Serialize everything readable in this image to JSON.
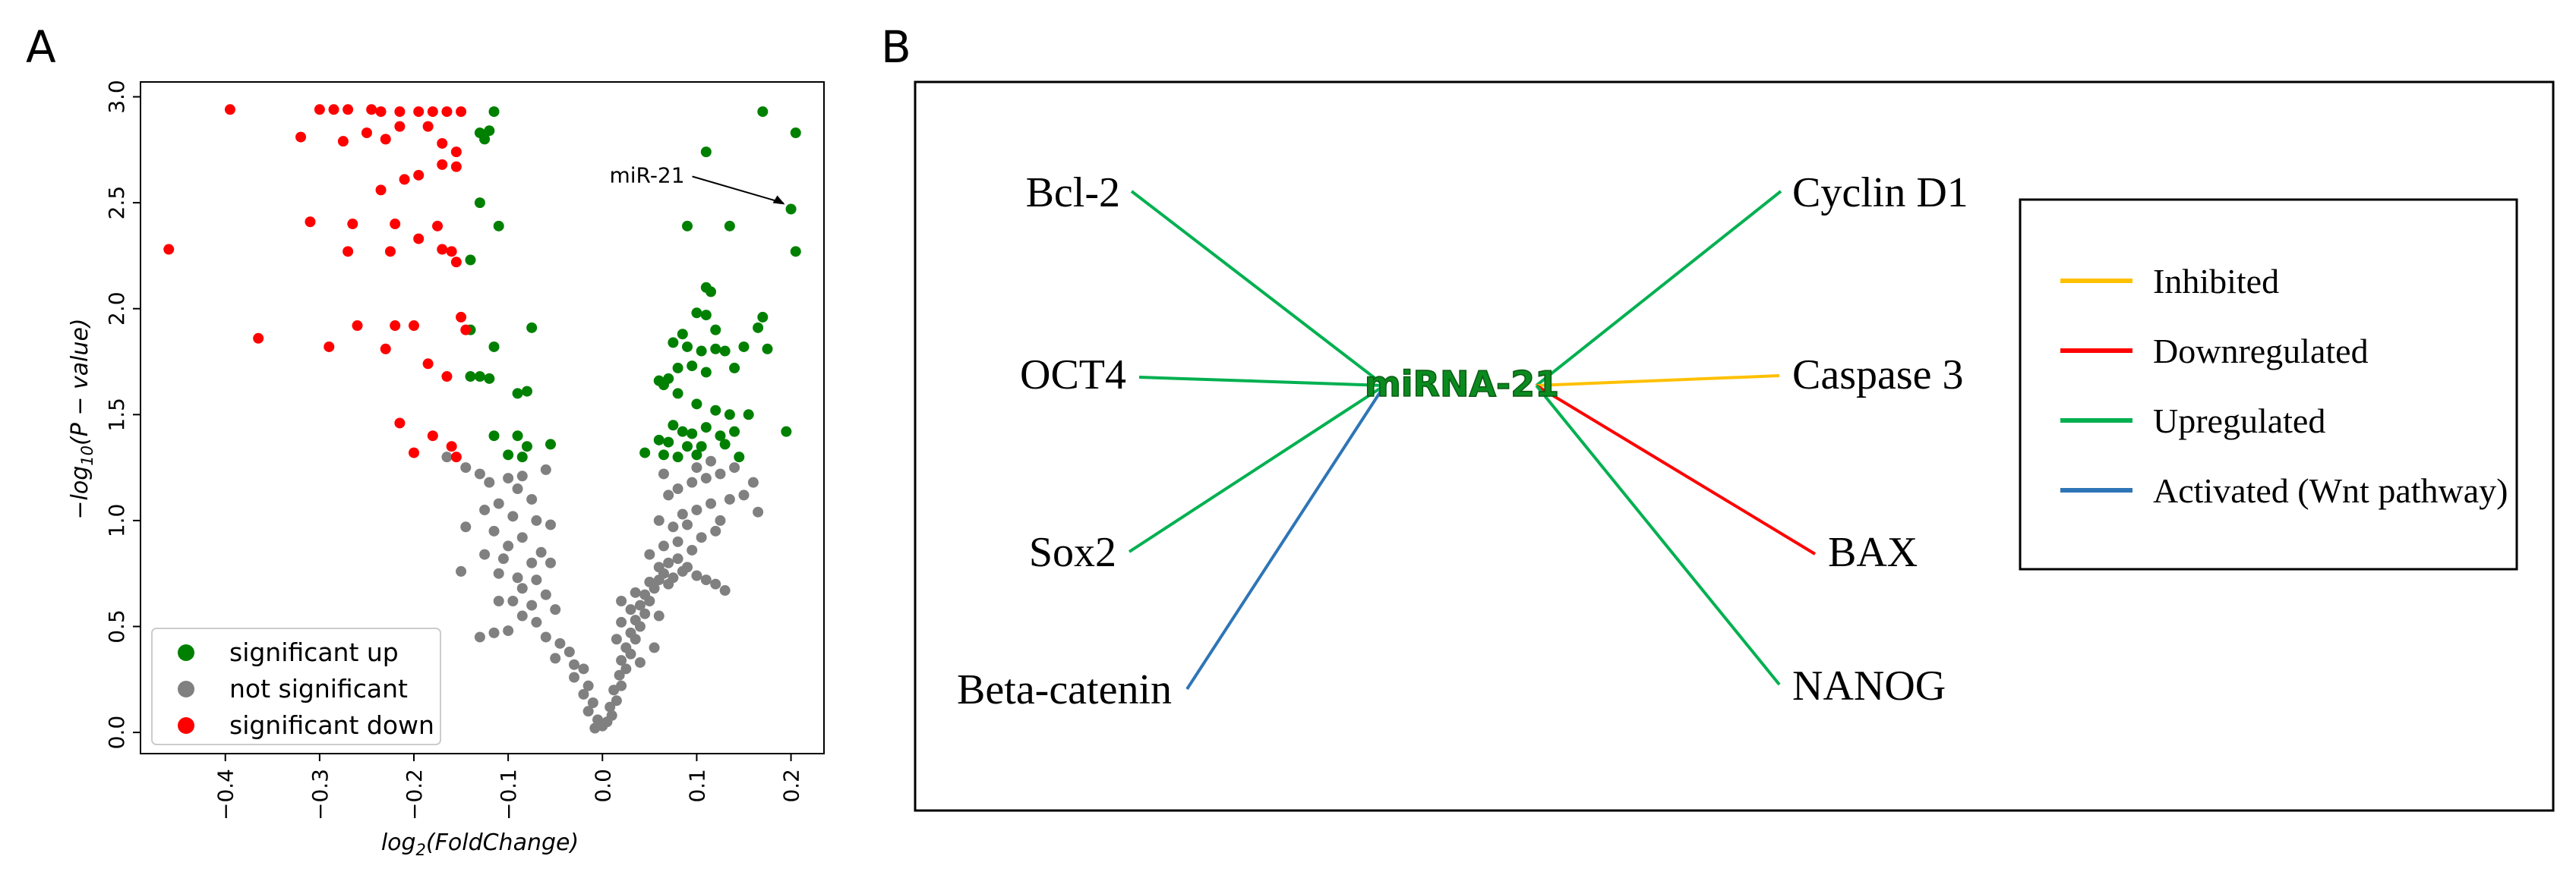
{
  "panel_a": {
    "letter": "A",
    "annotation": "miR-21",
    "chart_data": {
      "type": "scatter",
      "title": "",
      "xlabel": "log2(FoldChange)",
      "ylabel": "−log10(P − value)",
      "xlim": [
        -0.49,
        0.235
      ],
      "ylim": [
        -0.1,
        3.07
      ],
      "xticks": [
        -0.4,
        -0.3,
        -0.2,
        -0.1,
        0.0,
        0.1,
        0.2
      ],
      "xtick_labels": [
        "−0.4",
        "−0.3",
        "−0.2",
        "−0.1",
        "0.0",
        "0.1",
        "0.2"
      ],
      "yticks": [
        0.0,
        0.5,
        1.0,
        1.5,
        2.0,
        2.5,
        3.0
      ],
      "ytick_labels": [
        "0.0",
        "0.5",
        "1.0",
        "1.5",
        "2.0",
        "2.5",
        "3.0"
      ],
      "legend_position": "lower-left",
      "grid": false,
      "annotation": {
        "text": "miR-21",
        "x": 0.2,
        "y": 2.47
      },
      "series": [
        {
          "name": "significant up",
          "color": "#008000",
          "points": [
            [
              -0.13,
              2.83
            ],
            [
              -0.125,
              2.8
            ],
            [
              -0.12,
              2.84
            ],
            [
              -0.115,
              2.93
            ],
            [
              -0.13,
              2.5
            ],
            [
              -0.11,
              2.39
            ],
            [
              -0.14,
              2.23
            ],
            [
              -0.14,
              1.9
            ],
            [
              -0.14,
              1.68
            ],
            [
              -0.13,
              1.68
            ],
            [
              -0.12,
              1.67
            ],
            [
              -0.115,
              1.82
            ],
            [
              -0.075,
              1.91
            ],
            [
              -0.09,
              1.6
            ],
            [
              -0.08,
              1.61
            ],
            [
              -0.115,
              1.4
            ],
            [
              -0.09,
              1.4
            ],
            [
              -0.08,
              1.35
            ],
            [
              -0.1,
              1.31
            ],
            [
              -0.055,
              1.36
            ],
            [
              -0.085,
              1.3
            ],
            [
              0.11,
              2.74
            ],
            [
              0.17,
              2.93
            ],
            [
              0.205,
              2.83
            ],
            [
              0.2,
              2.47
            ],
            [
              0.205,
              2.27
            ],
            [
              0.09,
              2.39
            ],
            [
              0.135,
              2.39
            ],
            [
              0.11,
              2.1
            ],
            [
              0.115,
              2.08
            ],
            [
              0.1,
              1.98
            ],
            [
              0.11,
              1.97
            ],
            [
              0.12,
              1.9
            ],
            [
              0.17,
              1.96
            ],
            [
              0.165,
              1.91
            ],
            [
              0.085,
              1.88
            ],
            [
              0.075,
              1.84
            ],
            [
              0.09,
              1.82
            ],
            [
              0.13,
              1.8
            ],
            [
              0.12,
              1.81
            ],
            [
              0.105,
              1.8
            ],
            [
              0.15,
              1.82
            ],
            [
              0.175,
              1.81
            ],
            [
              0.07,
              1.67
            ],
            [
              0.06,
              1.66
            ],
            [
              0.08,
              1.72
            ],
            [
              0.095,
              1.73
            ],
            [
              0.11,
              1.7
            ],
            [
              0.14,
              1.72
            ],
            [
              0.065,
              1.64
            ],
            [
              0.08,
              1.6
            ],
            [
              0.1,
              1.55
            ],
            [
              0.12,
              1.52
            ],
            [
              0.135,
              1.5
            ],
            [
              0.155,
              1.5
            ],
            [
              0.075,
              1.45
            ],
            [
              0.085,
              1.42
            ],
            [
              0.095,
              1.41
            ],
            [
              0.11,
              1.44
            ],
            [
              0.125,
              1.4
            ],
            [
              0.14,
              1.42
            ],
            [
              0.195,
              1.42
            ],
            [
              0.06,
              1.38
            ],
            [
              0.07,
              1.37
            ],
            [
              0.09,
              1.35
            ],
            [
              0.105,
              1.35
            ],
            [
              0.13,
              1.36
            ],
            [
              0.045,
              1.32
            ],
            [
              0.065,
              1.31
            ],
            [
              0.08,
              1.3
            ],
            [
              0.1,
              1.31
            ],
            [
              0.145,
              1.3
            ]
          ]
        },
        {
          "name": "not significant",
          "color": "#808080",
          "points": [
            [
              -0.165,
              1.3
            ],
            [
              -0.145,
              1.25
            ],
            [
              -0.13,
              1.22
            ],
            [
              -0.1,
              1.2
            ],
            [
              -0.085,
              1.21
            ],
            [
              -0.06,
              1.24
            ],
            [
              -0.12,
              1.18
            ],
            [
              -0.09,
              1.15
            ],
            [
              -0.075,
              1.1
            ],
            [
              -0.11,
              1.08
            ],
            [
              -0.125,
              1.05
            ],
            [
              -0.095,
              1.02
            ],
            [
              -0.07,
              1.0
            ],
            [
              -0.055,
              0.98
            ],
            [
              -0.145,
              0.97
            ],
            [
              -0.115,
              0.95
            ],
            [
              -0.085,
              0.92
            ],
            [
              -0.1,
              0.88
            ],
            [
              -0.065,
              0.85
            ],
            [
              -0.125,
              0.84
            ],
            [
              -0.105,
              0.82
            ],
            [
              -0.075,
              0.8
            ],
            [
              -0.055,
              0.8
            ],
            [
              -0.15,
              0.76
            ],
            [
              -0.11,
              0.75
            ],
            [
              -0.09,
              0.73
            ],
            [
              -0.07,
              0.72
            ],
            [
              -0.085,
              0.68
            ],
            [
              -0.06,
              0.65
            ],
            [
              -0.095,
              0.62
            ],
            [
              -0.075,
              0.6
            ],
            [
              -0.11,
              0.62
            ],
            [
              -0.05,
              0.58
            ],
            [
              -0.085,
              0.55
            ],
            [
              -0.07,
              0.52
            ],
            [
              -0.13,
              0.45
            ],
            [
              -0.115,
              0.47
            ],
            [
              -0.1,
              0.48
            ],
            [
              -0.06,
              0.45
            ],
            [
              -0.045,
              0.42
            ],
            [
              -0.035,
              0.38
            ],
            [
              -0.05,
              0.35
            ],
            [
              -0.03,
              0.32
            ],
            [
              -0.02,
              0.3
            ],
            [
              -0.03,
              0.26
            ],
            [
              -0.015,
              0.22
            ],
            [
              -0.02,
              0.18
            ],
            [
              -0.01,
              0.14
            ],
            [
              -0.015,
              0.1
            ],
            [
              -0.005,
              0.06
            ],
            [
              0.0,
              0.03
            ],
            [
              0.005,
              0.05
            ],
            [
              -0.008,
              0.02
            ],
            [
              0.01,
              0.08
            ],
            [
              0.008,
              0.12
            ],
            [
              0.015,
              0.15
            ],
            [
              0.012,
              0.2
            ],
            [
              0.02,
              0.22
            ],
            [
              0.018,
              0.27
            ],
            [
              0.025,
              0.3
            ],
            [
              0.02,
              0.34
            ],
            [
              0.03,
              0.37
            ],
            [
              0.025,
              0.4
            ],
            [
              0.035,
              0.44
            ],
            [
              0.03,
              0.47
            ],
            [
              0.04,
              0.5
            ],
            [
              0.035,
              0.53
            ],
            [
              0.045,
              0.56
            ],
            [
              0.04,
              0.6
            ],
            [
              0.05,
              0.62
            ],
            [
              0.045,
              0.65
            ],
            [
              0.055,
              0.68
            ],
            [
              0.05,
              0.71
            ],
            [
              0.06,
              0.72
            ],
            [
              0.065,
              0.75
            ],
            [
              0.07,
              0.7
            ],
            [
              0.075,
              0.73
            ],
            [
              0.085,
              0.76
            ],
            [
              0.06,
              0.78
            ],
            [
              0.07,
              0.8
            ],
            [
              0.08,
              0.82
            ],
            [
              0.09,
              0.78
            ],
            [
              0.1,
              0.74
            ],
            [
              0.11,
              0.72
            ],
            [
              0.12,
              0.7
            ],
            [
              0.13,
              0.67
            ],
            [
              0.05,
              0.84
            ],
            [
              0.065,
              0.88
            ],
            [
              0.08,
              0.9
            ],
            [
              0.095,
              0.86
            ],
            [
              0.105,
              0.92
            ],
            [
              0.12,
              0.95
            ],
            [
              0.075,
              0.97
            ],
            [
              0.09,
              0.98
            ],
            [
              0.06,
              1.0
            ],
            [
              0.085,
              1.03
            ],
            [
              0.1,
              1.05
            ],
            [
              0.115,
              1.08
            ],
            [
              0.125,
              1.0
            ],
            [
              0.135,
              1.1
            ],
            [
              0.15,
              1.12
            ],
            [
              0.165,
              1.04
            ],
            [
              0.07,
              1.12
            ],
            [
              0.08,
              1.15
            ],
            [
              0.095,
              1.18
            ],
            [
              0.11,
              1.2
            ],
            [
              0.125,
              1.22
            ],
            [
              0.14,
              1.25
            ],
            [
              0.16,
              1.18
            ],
            [
              0.065,
              1.22
            ],
            [
              0.1,
              1.25
            ],
            [
              0.115,
              1.28
            ],
            [
              0.03,
              0.58
            ],
            [
              0.02,
              0.52
            ],
            [
              0.015,
              0.44
            ],
            [
              0.04,
              0.33
            ],
            [
              0.055,
              0.4
            ],
            [
              0.06,
              0.55
            ],
            [
              0.02,
              0.62
            ],
            [
              0.035,
              0.66
            ]
          ]
        },
        {
          "name": "significant down",
          "color": "#ff0000",
          "points": [
            [
              -0.395,
              2.94
            ],
            [
              -0.3,
              2.94
            ],
            [
              -0.285,
              2.94
            ],
            [
              -0.27,
              2.94
            ],
            [
              -0.245,
              2.94
            ],
            [
              -0.235,
              2.93
            ],
            [
              -0.215,
              2.93
            ],
            [
              -0.195,
              2.93
            ],
            [
              -0.18,
              2.93
            ],
            [
              -0.165,
              2.93
            ],
            [
              -0.15,
              2.93
            ],
            [
              -0.32,
              2.81
            ],
            [
              -0.275,
              2.79
            ],
            [
              -0.25,
              2.83
            ],
            [
              -0.23,
              2.8
            ],
            [
              -0.215,
              2.86
            ],
            [
              -0.185,
              2.86
            ],
            [
              -0.17,
              2.78
            ],
            [
              -0.155,
              2.74
            ],
            [
              -0.155,
              2.67
            ],
            [
              -0.17,
              2.68
            ],
            [
              -0.195,
              2.63
            ],
            [
              -0.21,
              2.61
            ],
            [
              -0.235,
              2.56
            ],
            [
              -0.31,
              2.41
            ],
            [
              -0.265,
              2.4
            ],
            [
              -0.22,
              2.4
            ],
            [
              -0.175,
              2.39
            ],
            [
              -0.195,
              2.33
            ],
            [
              -0.17,
              2.28
            ],
            [
              -0.16,
              2.27
            ],
            [
              -0.155,
              2.22
            ],
            [
              -0.46,
              2.28
            ],
            [
              -0.27,
              2.27
            ],
            [
              -0.225,
              2.27
            ],
            [
              -0.365,
              1.86
            ],
            [
              -0.29,
              1.82
            ],
            [
              -0.26,
              1.92
            ],
            [
              -0.22,
              1.92
            ],
            [
              -0.2,
              1.92
            ],
            [
              -0.15,
              1.96
            ],
            [
              -0.145,
              1.9
            ],
            [
              -0.23,
              1.81
            ],
            [
              -0.185,
              1.74
            ],
            [
              -0.165,
              1.68
            ],
            [
              -0.215,
              1.46
            ],
            [
              -0.18,
              1.4
            ],
            [
              -0.2,
              1.32
            ],
            [
              -0.16,
              1.35
            ],
            [
              -0.155,
              1.3
            ]
          ]
        }
      ]
    }
  },
  "panel_b": {
    "letter": "B",
    "center": "miRNA-21",
    "left_nodes": [
      {
        "label": "Bcl-2",
        "relation": "Upregulated"
      },
      {
        "label": "OCT4",
        "relation": "Upregulated"
      },
      {
        "label": "Sox2",
        "relation": "Upregulated"
      },
      {
        "label": "Beta-catenin",
        "relation": "Activated (Wnt pathway)"
      }
    ],
    "right_nodes": [
      {
        "label": "Cyclin D1",
        "relation": "Upregulated"
      },
      {
        "label": "Caspase 3",
        "relation": "Inhibited"
      },
      {
        "label": "BAX",
        "relation": "Downregulated"
      },
      {
        "label": "NANOG",
        "relation": "Upregulated"
      }
    ],
    "legend": [
      {
        "label": "Inhibited",
        "color": "#ffc000"
      },
      {
        "label": "Downregulated",
        "color": "#ff0000"
      },
      {
        "label": "Upregulated",
        "color": "#00b050"
      },
      {
        "label": "Activated (Wnt pathway)",
        "color": "#2e75b6"
      }
    ]
  }
}
